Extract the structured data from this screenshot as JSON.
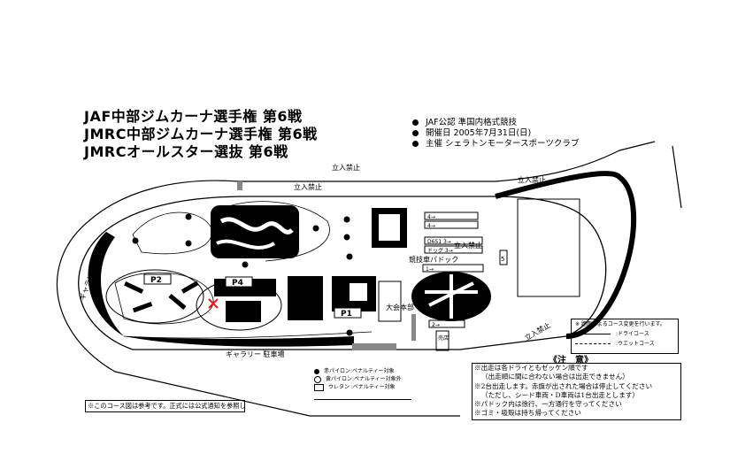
{
  "titles": [
    "JAF中部ジムカーナ選手権 第6戦",
    "JMRC中部ジムカーナ選手権 第6戦",
    "JMRCオールスター選抜 第6戦"
  ],
  "info": [
    "JAF公認 準国内格式競技",
    "開催日 2005年7月31日(日)",
    "主催 シェラトンモータースポーツクラブ"
  ],
  "map": {
    "no_entry": "立入禁止",
    "gallery_parking": "ギャラリー 駐車場",
    "gallery_parking_side": "ギャラリー 駐車場",
    "p1": "P1",
    "p2": "P2",
    "p4": "P4",
    "hq": "大会本部",
    "paddock": "競技車パドック",
    "shop": "売店",
    "paddock_rows": [
      "4→",
      "4→",
      "D651 3→",
      "ドッグ 3→",
      "1→",
      "2→"
    ],
    "lane5": "5",
    "start_marker_color": "#e02020"
  },
  "legend": {
    "items": [
      "赤パイロン:ペナルティー対象",
      "黄パイロン:ペナルティー対象外",
      "ウレタン :ペナルティー対象"
    ]
  },
  "course_legend": {
    "note": "※ 路面によるコース変更を行います。",
    "dry": ":ドライコース",
    "wet": ":ウエットコース"
  },
  "notes": {
    "title": "《注　意》",
    "lines": [
      "※出走は各ドライともゼッケン順です",
      "（出走順に間に合わない場合は出走できません）",
      "※2台出走します。赤旗が出された場合は停止してください",
      "（ただし、シード車両・D車両は1台出走とします）",
      "※パドック内は徐行、一方通行を守ってください",
      "※ゴミ・吸殻は持ち帰ってください"
    ]
  },
  "reference_note": "※このコース図は参考です。正式には公式通知を参照してください。"
}
